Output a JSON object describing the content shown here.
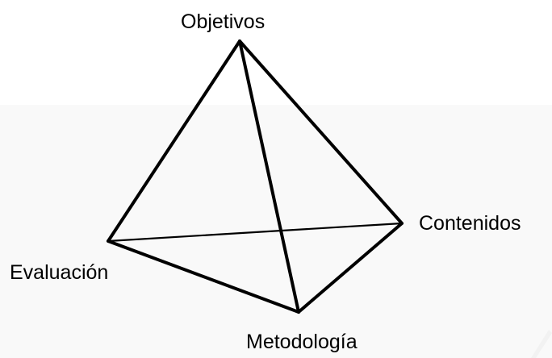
{
  "diagram": {
    "vertices": {
      "top": "Objetivos",
      "right": "Contenidos",
      "left": "Evaluación",
      "bottom": "Metodología"
    },
    "edge_color": "#000000",
    "background_band_color": "#f9f9f9"
  }
}
